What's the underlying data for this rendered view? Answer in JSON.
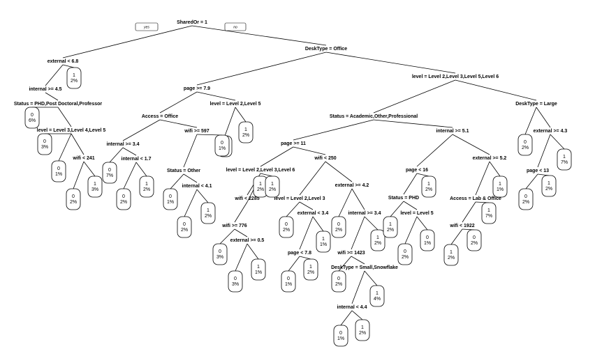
{
  "branch_labels": {
    "yes": "yes",
    "no": "no"
  },
  "splits": [
    {
      "id": "root",
      "label": "SharedOr = 1"
    },
    {
      "id": "n_ext68",
      "label": "external < 6.8"
    },
    {
      "id": "n_desk",
      "label": "DeskType = Office"
    },
    {
      "id": "n_int45",
      "label": "internal >= 4.5"
    },
    {
      "id": "n_stat_phd",
      "label": "Status = PHD,Post Doctoral,Professor"
    },
    {
      "id": "n_lvl345",
      "label": "level = Level 3,Level 4,Level 5"
    },
    {
      "id": "n_int34a",
      "label": "internal >= 3.4"
    },
    {
      "id": "n_wifi241",
      "label": "wifi < 241"
    },
    {
      "id": "n_int17",
      "label": "internal < 1.7"
    },
    {
      "id": "n_page79",
      "label": "page >= 7.9"
    },
    {
      "id": "n_acc_off",
      "label": "Access = Office"
    },
    {
      "id": "n_lvl25",
      "label": "level = Level 2,Level 5"
    },
    {
      "id": "n_wifi597",
      "label": "wifi >= 597"
    },
    {
      "id": "n_stat_other",
      "label": "Status = Other"
    },
    {
      "id": "n_int41",
      "label": "internal < 4.1"
    },
    {
      "id": "n_lvl2356",
      "label": "level = Level 2,Level 3,Level 5,Level 6"
    },
    {
      "id": "n_stat_acad",
      "label": "Status = Academic,Other,Professional"
    },
    {
      "id": "n_desk_large",
      "label": "DeskType = Large"
    },
    {
      "id": "n_page11",
      "label": "page >= 11"
    },
    {
      "id": "n_int51",
      "label": "internal >= 5.1"
    },
    {
      "id": "n_ext43",
      "label": "external >= 4.3"
    },
    {
      "id": "n_page13",
      "label": "page < 13"
    },
    {
      "id": "n_lvl236",
      "label": "level = Level 2,Level 3,Level 6"
    },
    {
      "id": "n_wifi250",
      "label": "wifi < 250"
    },
    {
      "id": "n_wifi2285",
      "label": "wifi < 2285"
    },
    {
      "id": "n_wifi776",
      "label": "wifi >= 776"
    },
    {
      "id": "n_ext05",
      "label": "external >= 0.5"
    },
    {
      "id": "n_lvl23",
      "label": "level = Level 2,Level 3"
    },
    {
      "id": "n_ext42",
      "label": "external >= 4.2"
    },
    {
      "id": "n_ext34",
      "label": "external < 3.4"
    },
    {
      "id": "n_page78",
      "label": "page < 7.8"
    },
    {
      "id": "n_int34b",
      "label": "internal >= 3.4"
    },
    {
      "id": "n_wifi1423",
      "label": "wifi >= 1423"
    },
    {
      "id": "n_desk_small",
      "label": "DeskType = Small,Snowflake"
    },
    {
      "id": "n_int44",
      "label": "internal < 4.4"
    },
    {
      "id": "n_page16",
      "label": "page < 16"
    },
    {
      "id": "n_stat_phd2",
      "label": "Status = PHD"
    },
    {
      "id": "n_lvl5",
      "label": "level = Level 5"
    },
    {
      "id": "n_ext52",
      "label": "external >= 5.2"
    },
    {
      "id": "n_acc_lab",
      "label": "Access = Lab & Office"
    },
    {
      "id": "n_wifi1922",
      "label": "wifi < 1922"
    }
  ],
  "leaves": [
    {
      "class": "1",
      "pct": "2%"
    },
    {
      "class": "0",
      "pct": "6%"
    },
    {
      "class": "0",
      "pct": "3%"
    },
    {
      "class": "0",
      "pct": "1%"
    },
    {
      "class": "0",
      "pct": "2%"
    },
    {
      "class": "1",
      "pct": "3%"
    },
    {
      "class": "0",
      "pct": "7%"
    },
    {
      "class": "0",
      "pct": "2%"
    },
    {
      "class": "1",
      "pct": "2%"
    },
    {
      "class": "0",
      "pct": "1%"
    },
    {
      "class": "0",
      "pct": "2%"
    },
    {
      "class": "1",
      "pct": "2%"
    },
    {
      "class": "1",
      "pct": "2%"
    },
    {
      "class": "0",
      "pct": "1%"
    },
    {
      "class": "1",
      "pct": "2%"
    },
    {
      "class": "0",
      "pct": "2%"
    },
    {
      "class": "1",
      "pct": "7%"
    },
    {
      "class": "0",
      "pct": "2%"
    },
    {
      "class": "1",
      "pct": "2%"
    },
    {
      "class": "1",
      "pct": "2%"
    },
    {
      "class": "1",
      "pct": "2%"
    },
    {
      "class": "0",
      "pct": "3%"
    },
    {
      "class": "1",
      "pct": "1%"
    },
    {
      "class": "0",
      "pct": "3%"
    },
    {
      "class": "0",
      "pct": "2%"
    },
    {
      "class": "1",
      "pct": "1%"
    },
    {
      "class": "0",
      "pct": "1%"
    },
    {
      "class": "1",
      "pct": "2%"
    },
    {
      "class": "0",
      "pct": "2%"
    },
    {
      "class": "1",
      "pct": "4%"
    },
    {
      "class": "0",
      "pct": "2%"
    },
    {
      "class": "1",
      "pct": "2%"
    },
    {
      "class": "0",
      "pct": "1%"
    },
    {
      "class": "1",
      "pct": "2%"
    },
    {
      "class": "1",
      "pct": "2%"
    },
    {
      "class": "0",
      "pct": "2%"
    },
    {
      "class": "0",
      "pct": "1%"
    },
    {
      "class": "1",
      "pct": "1%"
    },
    {
      "class": "1",
      "pct": "7%"
    },
    {
      "class": "1",
      "pct": "2%"
    },
    {
      "class": "0",
      "pct": "2%"
    },
    {
      "class": "1",
      "pct": "2%"
    }
  ]
}
